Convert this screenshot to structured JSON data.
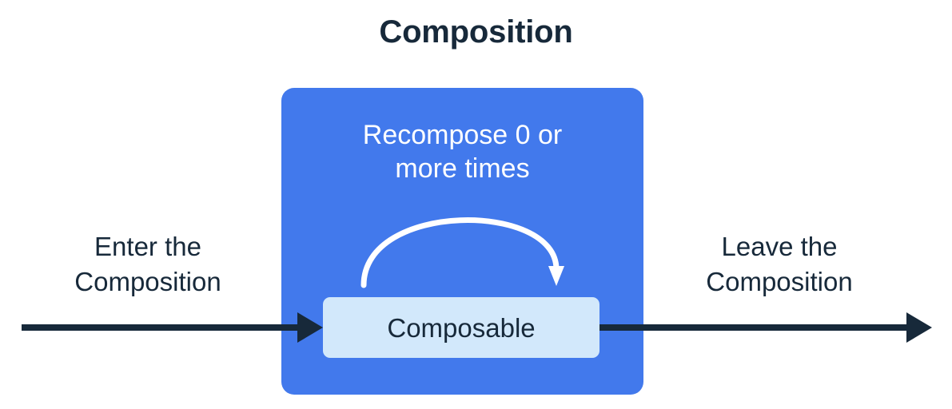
{
  "title": "Composition",
  "diagram": {
    "container": {
      "name": "composition-container",
      "color": "#4279EC"
    },
    "recompose_caption": {
      "line1": "Recompose 0 or",
      "line2": "more times",
      "color": "#FFFFFF"
    },
    "composable_box": {
      "label": "Composable",
      "fill": "#D2E8FB",
      "text_color": "#17293A"
    },
    "left_label": {
      "line1": "Enter the",
      "line2": "Composition"
    },
    "right_label": {
      "line1": "Leave the",
      "line2": "Composition"
    },
    "arrows": {
      "enter_arrow_name": "enter-composition-arrow",
      "leave_arrow_name": "leave-composition-arrow",
      "recompose_arrow_name": "recompose-loop-arrow",
      "flow_color": "#17293A",
      "loop_color": "#FFFFFF"
    }
  },
  "colors": {
    "background": "#FFFFFF",
    "accent_blue": "#4279EC",
    "light_blue": "#D2E8FB",
    "dark_navy": "#17293A"
  }
}
